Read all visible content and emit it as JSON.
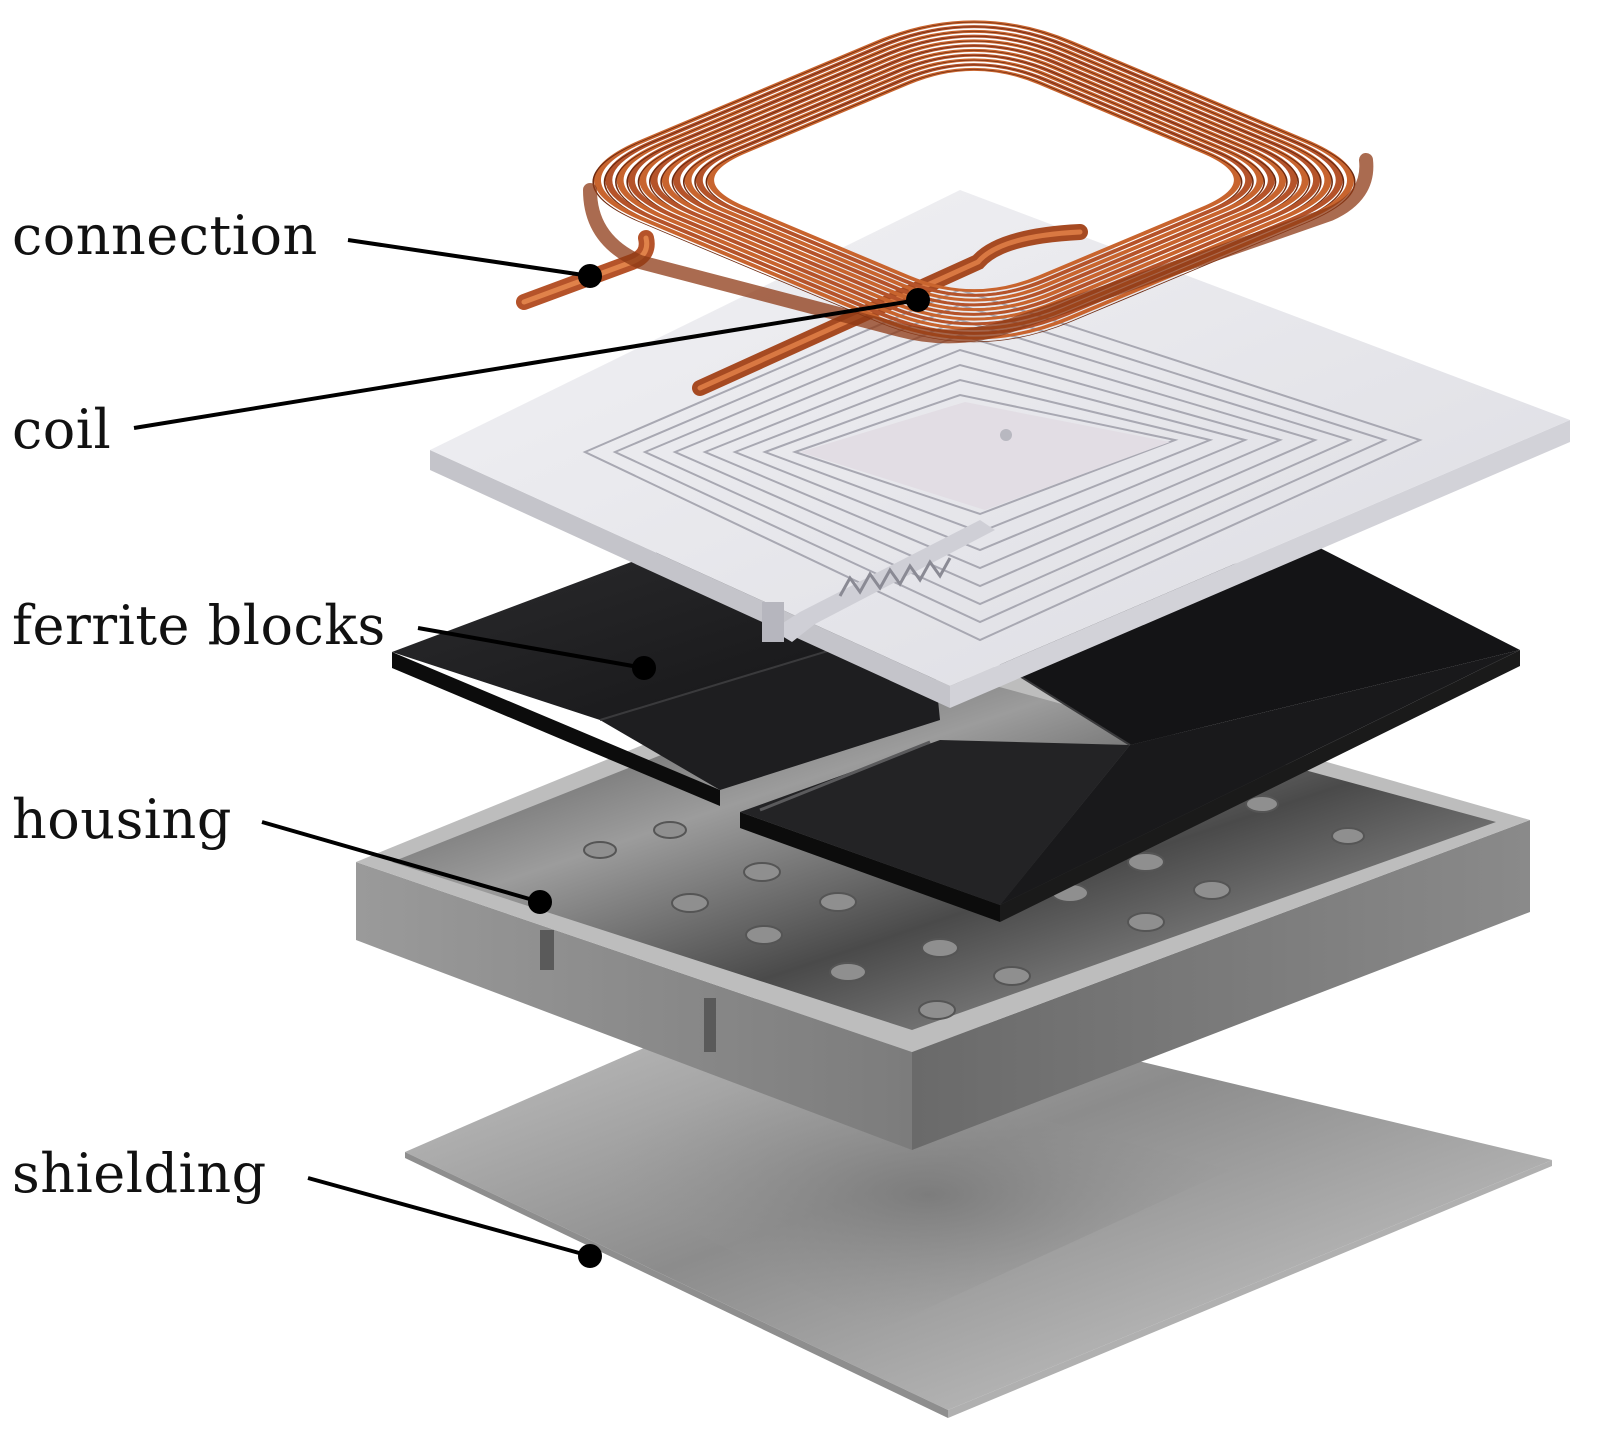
{
  "labels": {
    "connection": "connection",
    "coil": "coil",
    "ferrite_blocks": "ferrite blocks",
    "housing": "housing",
    "shielding": "shielding"
  },
  "colors": {
    "copper": "#b5532a",
    "copper_dark": "#6e2a10",
    "coil_plate": "#e6e6ea",
    "ferrite": "#1c1c1e",
    "housing": "#6c6c6c",
    "shielding": "#a8a8a8",
    "leader": "#000000"
  }
}
